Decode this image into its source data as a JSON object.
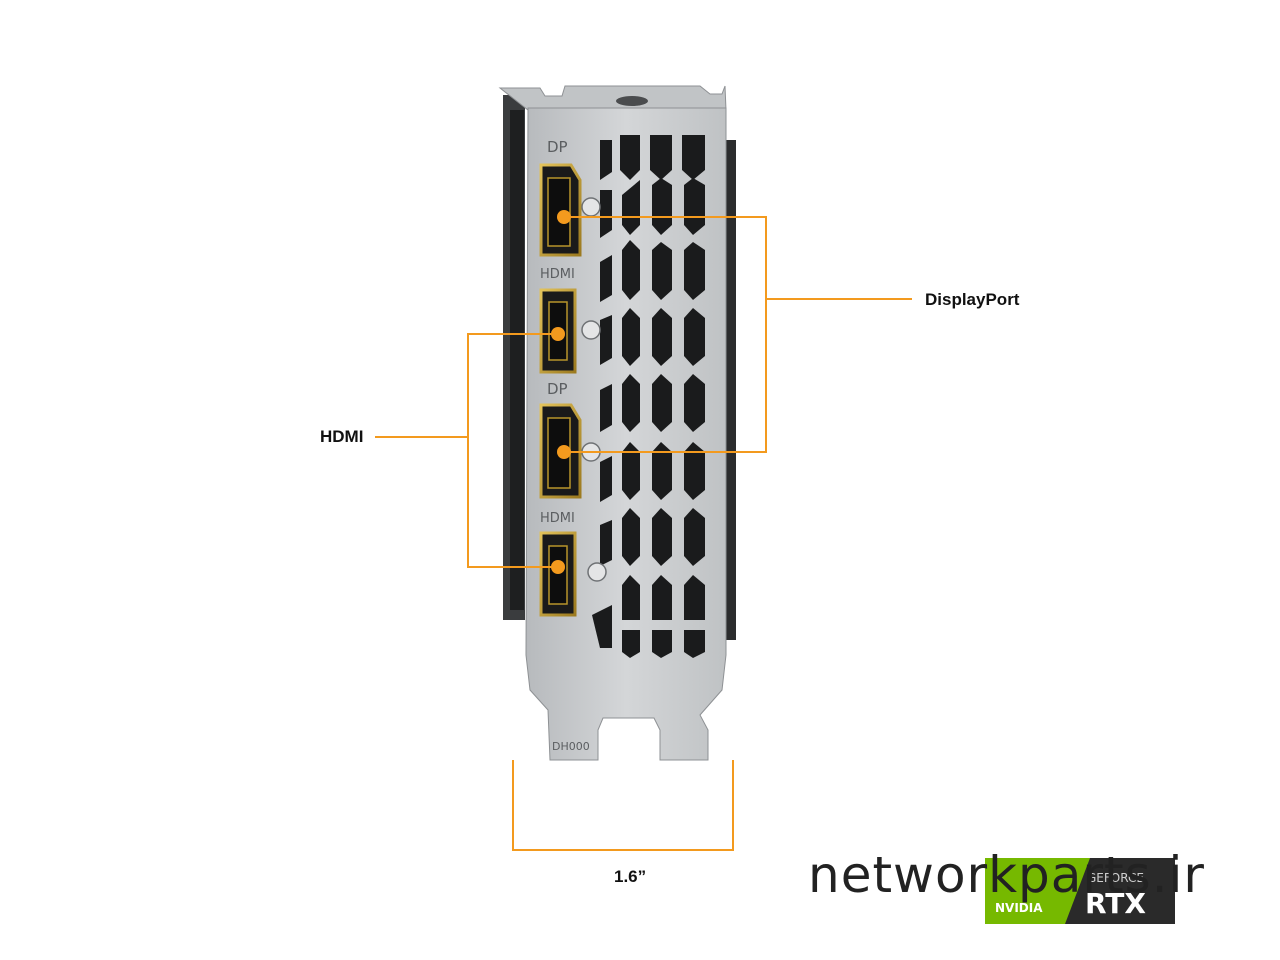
{
  "callouts": {
    "displayport": "DisplayPort",
    "hdmi": "HDMI",
    "width_dimension": "1.6”"
  },
  "bracket_labels": {
    "dp_top": "DP",
    "hdmi_upper": "HDMI",
    "dp_lower": "DP",
    "hdmi_lower": "HDMI",
    "part_code": "DH000"
  },
  "watermark": {
    "text": "networkparts.ir"
  },
  "badge": {
    "brand": "NVIDIA",
    "line": "GEFORCE",
    "product": "RTX"
  },
  "colors": {
    "accent": "#f39a1e",
    "bracket_metal": "#c9cbcd",
    "bracket_dark": "#8e9194",
    "connector_gold": "#c9a233",
    "nvidia_green": "#76b900"
  }
}
